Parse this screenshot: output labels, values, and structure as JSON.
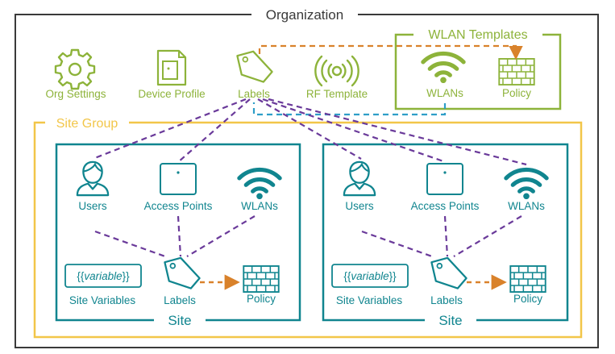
{
  "org": {
    "title": "Organization"
  },
  "org_items": [
    {
      "label": "Org Settings",
      "icon": "gear-icon"
    },
    {
      "label": "Device Profile",
      "icon": "device-profile-icon"
    },
    {
      "label": "Labels",
      "icon": "tag-icon"
    },
    {
      "label": "RF Template",
      "icon": "rf-antenna-icon"
    }
  ],
  "wlan_templates": {
    "title": "WLAN Templates",
    "wlans_label": "WLANs",
    "policy_label": "Policy"
  },
  "site_group": {
    "title": "Site Group"
  },
  "sites": [
    {
      "title": "Site",
      "users_label": "Users",
      "access_points_label": "Access Points",
      "wlans_label": "WLANs",
      "variable_text": "variable",
      "variables_label": "Site Variables",
      "labels_label": "Labels",
      "policy_label": "Policy"
    },
    {
      "title": "Site",
      "users_label": "Users",
      "access_points_label": "Access Points",
      "wlans_label": "WLANs",
      "variable_text": "variable",
      "variables_label": "Site Variables",
      "labels_label": "Labels",
      "policy_label": "Policy"
    }
  ],
  "colors": {
    "green": "#8db33a",
    "yellow": "#f2c649",
    "teal": "#10858f",
    "purple": "#6a3a9a",
    "orange": "#d9822b",
    "blue": "#2e9ec8",
    "dark": "#3a3a3a"
  }
}
